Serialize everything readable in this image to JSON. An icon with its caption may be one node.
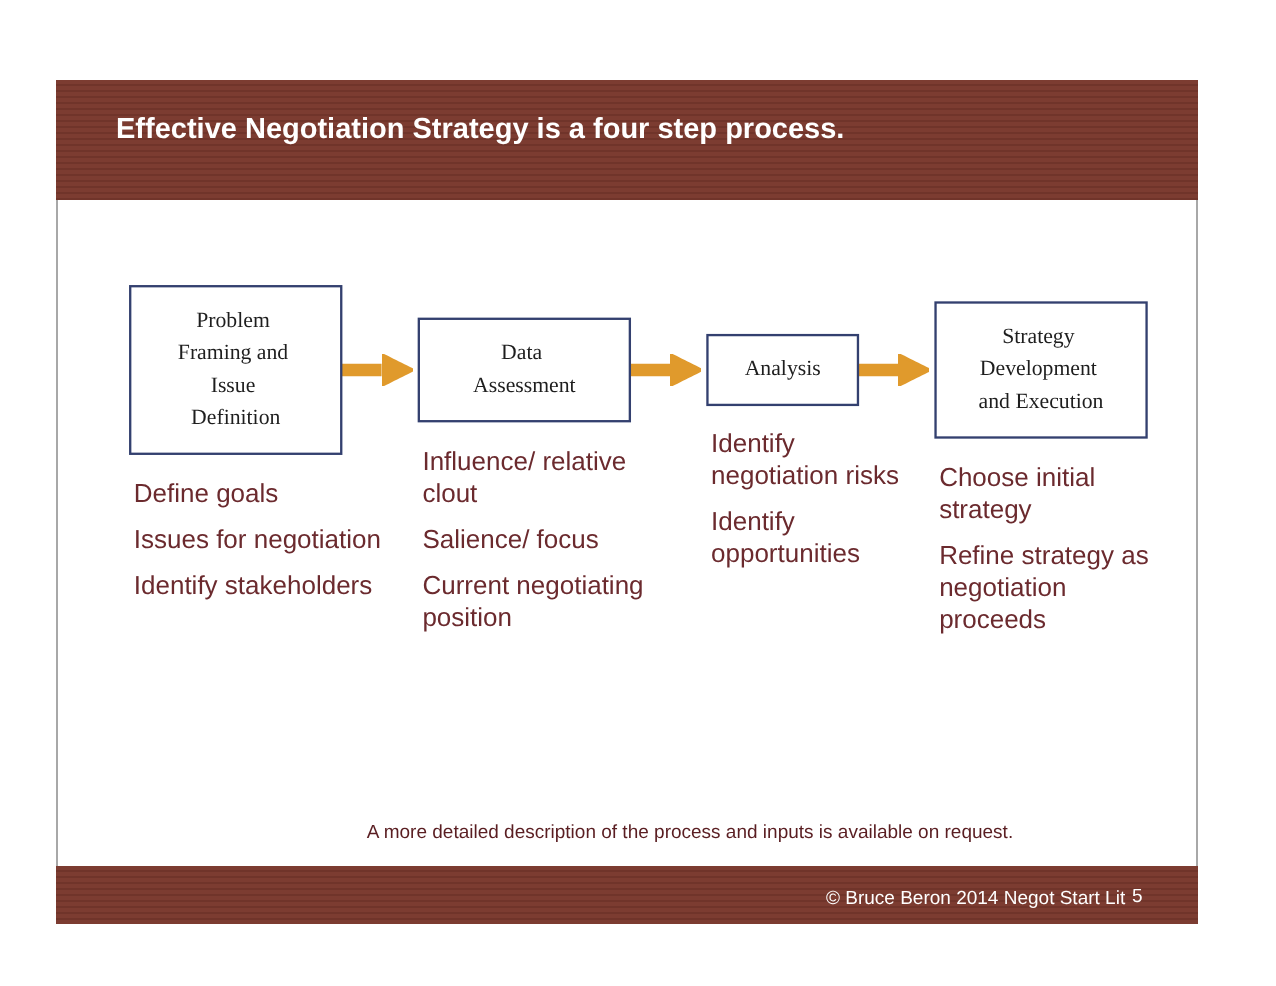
{
  "diagram": {
    "title": "Effective Negotiation Strategy is a four step process.",
    "caption": "A more detailed description of the process and inputs is available on request.",
    "nodes": [
      {
        "text": [
          "Problem Framing and Issue Definition"
        ],
        "beside": [
          "Define goals",
          "Issues for negotiation",
          "Identify stakeholders"
        ]
      },
      {
        "text": [
          "Data Assessment"
        ],
        "beside": [
          "Influence/ relative clout",
          "Salience/ focus",
          "Current negotiating position"
        ]
      },
      {
        "text": [
          "Analysis"
        ],
        "beside": [
          "Identify negotiation risks",
          "Identify opportunities"
        ]
      },
      {
        "text": [
          "Strategy Development and Execution"
        ],
        "beside": [
          "Choose initial strategy",
          "Refine strategy as negotiation proceeds"
        ]
      }
    ],
    "edges": [
      {
        "from": 0,
        "to": 1,
        "arrow": "to"
      },
      {
        "from": 1,
        "to": 2,
        "arrow": "to"
      },
      {
        "from": 2,
        "to": 3,
        "arrow": "to"
      }
    ],
    "labels": [
      "© Bruce Beron 2014 Negot Start Lit",
      "5"
    ]
  }
}
